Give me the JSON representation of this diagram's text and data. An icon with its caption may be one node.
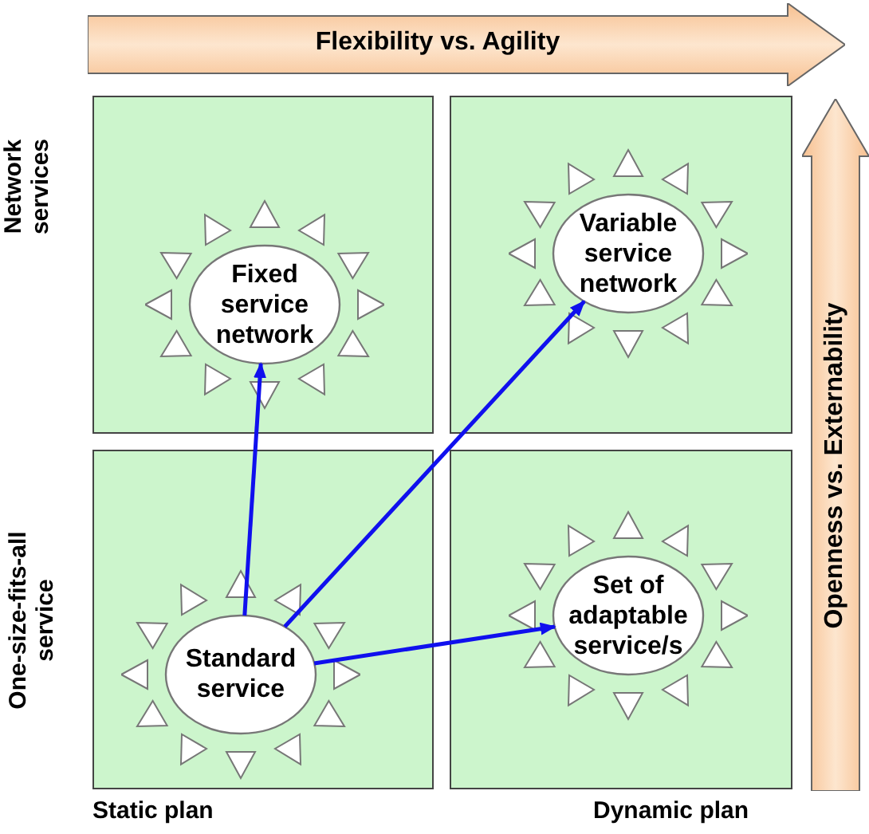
{
  "diagram": {
    "nodes": [
      {
        "text": [
          "Flexibility vs. Agility"
        ]
      },
      {
        "text": [
          "Openness vs. Externability"
        ]
      },
      {
        "text": [],
        "shape": "box"
      },
      {
        "text": [
          "Fixed service network"
        ],
        "in": 2
      },
      {
        "text": [],
        "shape": "box"
      },
      {
        "text": [
          "Variable service network"
        ],
        "in": 4
      },
      {
        "text": [],
        "shape": "box"
      },
      {
        "text": [
          "Standard service"
        ],
        "in": 6
      },
      {
        "text": [],
        "shape": "box"
      },
      {
        "text": [
          "Set of adaptable service/s"
        ],
        "in": 8
      }
    ],
    "edges": [
      {
        "from": 7,
        "to": 3,
        "arrow": "to"
      },
      {
        "from": 7,
        "to": 5,
        "arrow": "to"
      },
      {
        "from": 7,
        "to": 9,
        "arrow": "to"
      }
    ],
    "labels": [
      "Network services",
      "One-size-fits-all service",
      "Static plan",
      "Dynamic plan"
    ]
  }
}
